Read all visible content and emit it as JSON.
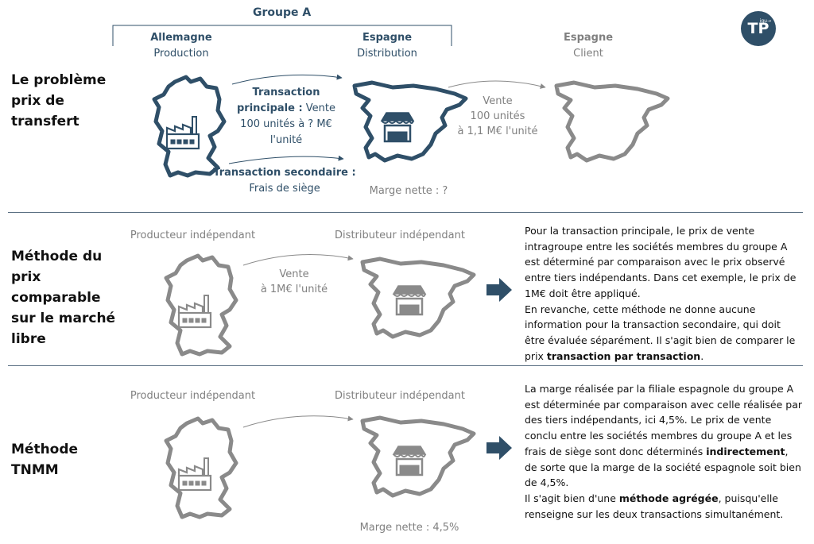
{
  "header": {
    "group_label": "Groupe A",
    "logo_text": "TP",
    "logo_sup": "iqu→",
    "col1": {
      "title": "Allemagne",
      "subtitle": "Production"
    },
    "col2": {
      "title": "Espagne",
      "subtitle": "Distribution"
    },
    "col3": {
      "title": "Espagne",
      "subtitle": "Client"
    }
  },
  "row1": {
    "title": [
      "Le problème",
      "prix de",
      "transfert"
    ],
    "main_tx": {
      "bold1": "Transaction",
      "bold2": "principale :",
      "rest2": " Vente",
      "line3": "100 unités à  ? M€",
      "line4": "l'unité"
    },
    "secondary_tx": {
      "bold": "Transaction secondaire :",
      "line2": "Frais de siège"
    },
    "client_tx": [
      "Vente",
      "100 unités",
      "à 1,1 M€ l'unité"
    ],
    "margin": "Marge nette : ?"
  },
  "row2": {
    "title": [
      "Méthode du",
      "prix",
      "comparable",
      "sur le marché",
      "libre"
    ],
    "producer": "Producteur indépendant",
    "distributor": "Distributeur indépendant",
    "sale": [
      "Vente",
      "à 1M€ l'unité"
    ],
    "text_p1": "Pour la transaction principale, le prix de vente intragroupe entre les sociétés membres du groupe A est déterminé par comparaison avec le prix observé entre tiers indépendants. Dans cet exemple, le prix de 1M€ doit être appliqué.",
    "text_p2_a": "En revanche, cette méthode ne donne aucune information pour la transaction secondaire, qui doit être évaluée séparément. Il s'agit bien de comparer le prix ",
    "text_p2_b": "transaction par transaction",
    "text_p2_c": "."
  },
  "row3": {
    "title": [
      "Méthode",
      "TNMM"
    ],
    "producer": "Producteur indépendant",
    "distributor": "Distributeur indépendant",
    "margin": "Marge nette : 4,5%",
    "text_p1_a": "La marge réalisée par la filiale espagnole du groupe A est déterminée par comparaison avec celle réalisée par des tiers indépendants, ici 4,5%. Le prix de vente conclu entre les sociétés membres du groupe A et les frais de siège sont donc déterminés ",
    "text_p1_b": "indirectement",
    "text_p1_c": ", de sorte que la marge de la société espagnole soit bien de 4,5%.",
    "text_p2_a": "Il s'agit bien d'une ",
    "text_p2_b": "méthode agrégée",
    "text_p2_c": ", puisqu'elle renseigne sur les deux transactions simultanément."
  },
  "colors": {
    "navy": "#2f4f68",
    "grey": "#808080",
    "separator": "#5a6f82"
  }
}
